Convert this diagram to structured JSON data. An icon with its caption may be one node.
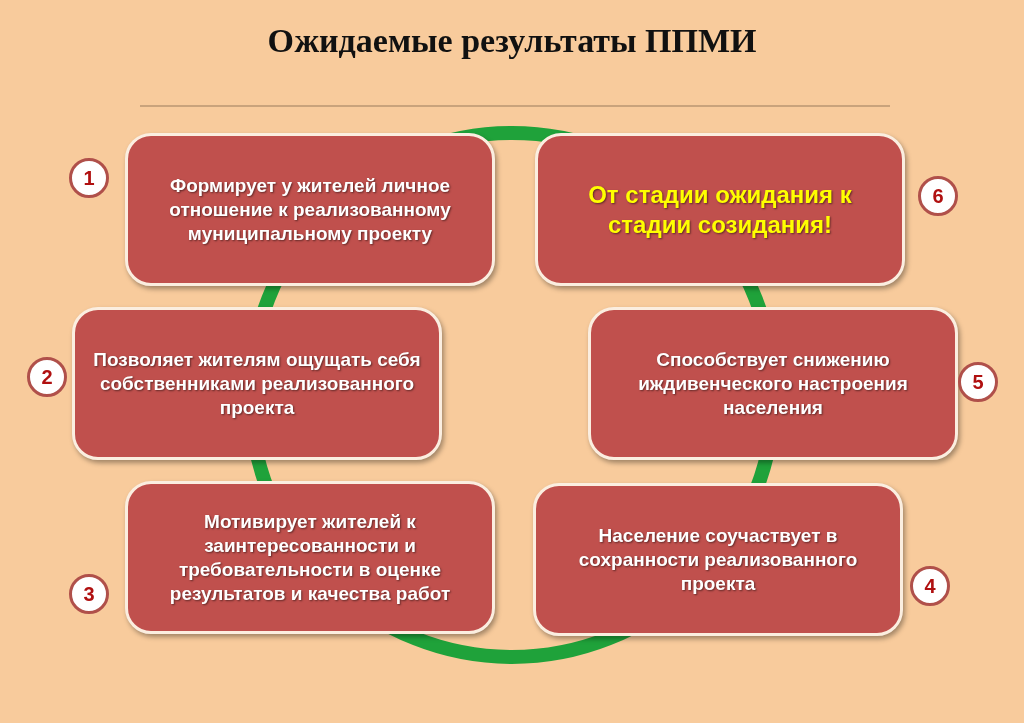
{
  "diagram": {
    "title": "Ожидаемые результаты ППМИ",
    "nodes": [
      {
        "text": [
          "1"
        ]
      },
      {
        "text": [
          "Формирует у жителей личное отношение к реализованному муниципальному проекту"
        ]
      },
      {
        "text": [
          "От стадии ожидания к стадии созидания!"
        ]
      },
      {
        "text": [
          "6"
        ]
      },
      {
        "text": [
          "2"
        ]
      },
      {
        "text": [
          "Позволяет жителям ощущать себя собственниками реализованного проекта"
        ]
      },
      {
        "text": [
          "Способствует снижению иждивенческого настроения населения"
        ]
      },
      {
        "text": [
          "5"
        ]
      },
      {
        "text": [
          "Мотивирует жителей к заинтересованности и требовательности в оценке результатов и качества работ"
        ]
      },
      {
        "text": [
          "Население соучаствует в сохранности реализованного проекта"
        ]
      },
      {
        "text": [
          "3"
        ]
      },
      {
        "text": [
          "4"
        ]
      }
    ]
  }
}
